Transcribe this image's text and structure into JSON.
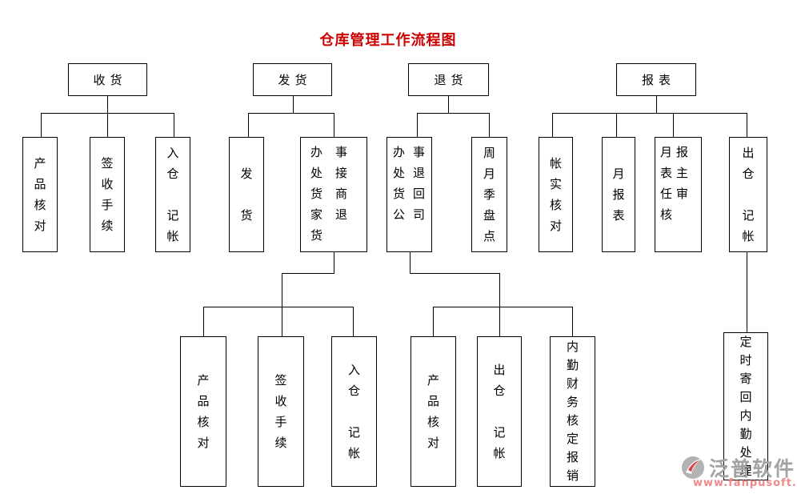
{
  "title": {
    "text": "仓库管理工作流程图",
    "color": "#cc0000"
  },
  "nodes": {
    "shouhuo": {
      "label": "收货"
    },
    "fahuo": {
      "label": "发货"
    },
    "tuihuo": {
      "label": "退货"
    },
    "baobiao": {
      "label": "报表"
    },
    "sh_product_check": {
      "label": "产品核对",
      "lines": [
        "产",
        "品",
        "核",
        "对"
      ]
    },
    "sh_signoff": {
      "label": "签收手续",
      "lines": [
        "签",
        "收",
        "手",
        "续"
      ]
    },
    "sh_warehouse_in": {
      "label": "入仓 记帐",
      "lines": [
        "入",
        "仓",
        "",
        "记",
        "帐"
      ]
    },
    "fh_ship": {
      "label": "发 货",
      "lines": [
        "发",
        "",
        "货"
      ]
    },
    "fh_office_receive_returns": {
      "label": "办事处接货商家退货",
      "lines": [
        "办事",
        "处接",
        "货商",
        "家退",
        "货"
      ]
    },
    "th_office_return_company": {
      "label": "办事处退货回公司",
      "lines": [
        "办事",
        "处退",
        "货回",
        "公司"
      ]
    },
    "th_stocktake": {
      "label": "周月季盘点",
      "lines": [
        "周",
        "月",
        "季",
        "盘",
        "点"
      ]
    },
    "bb_account_check": {
      "label": "帐实核对",
      "lines": [
        "帐",
        "实",
        "核",
        "对"
      ]
    },
    "bb_monthly_report": {
      "label": "月报表",
      "lines": [
        "月",
        "报",
        "表"
      ]
    },
    "bb_director_review": {
      "label": "月报表主任审核",
      "lines": [
        "月报",
        "表主",
        "任审",
        "核"
      ]
    },
    "bb_warehouse_out": {
      "label": "出仓 记帐",
      "lines": [
        "出",
        "仓",
        "",
        "记",
        "帐"
      ]
    },
    "fh_product_check2": {
      "label": "产品核对",
      "lines": [
        "产",
        "品",
        "核",
        "对"
      ]
    },
    "fh_signoff2": {
      "label": "签收手续",
      "lines": [
        "签",
        "收",
        "手",
        "续"
      ]
    },
    "fh_warehouse_in2": {
      "label": "入仓 记帐",
      "lines": [
        "入",
        "仓",
        "",
        "记",
        "帐"
      ]
    },
    "th_product_check3": {
      "label": "产品核对",
      "lines": [
        "产",
        "品",
        "核",
        "对"
      ]
    },
    "th_warehouse_out2": {
      "label": "出仓 记帐",
      "lines": [
        "出",
        "仓",
        "",
        "记",
        "帐"
      ]
    },
    "th_finance_reimburse": {
      "label": "内勤财务核定报销",
      "lines": [
        "内",
        "勤",
        "财",
        "务",
        "核",
        "定",
        "报",
        "销"
      ]
    },
    "bb_mail_back": {
      "label": "定时寄回内勤处理",
      "lines": [
        "定",
        "时",
        "寄",
        "回",
        "内",
        "勤",
        "处",
        "理"
      ]
    }
  },
  "watermark": {
    "brand": "泛普软件",
    "url": "www.fanpusoft.com"
  }
}
